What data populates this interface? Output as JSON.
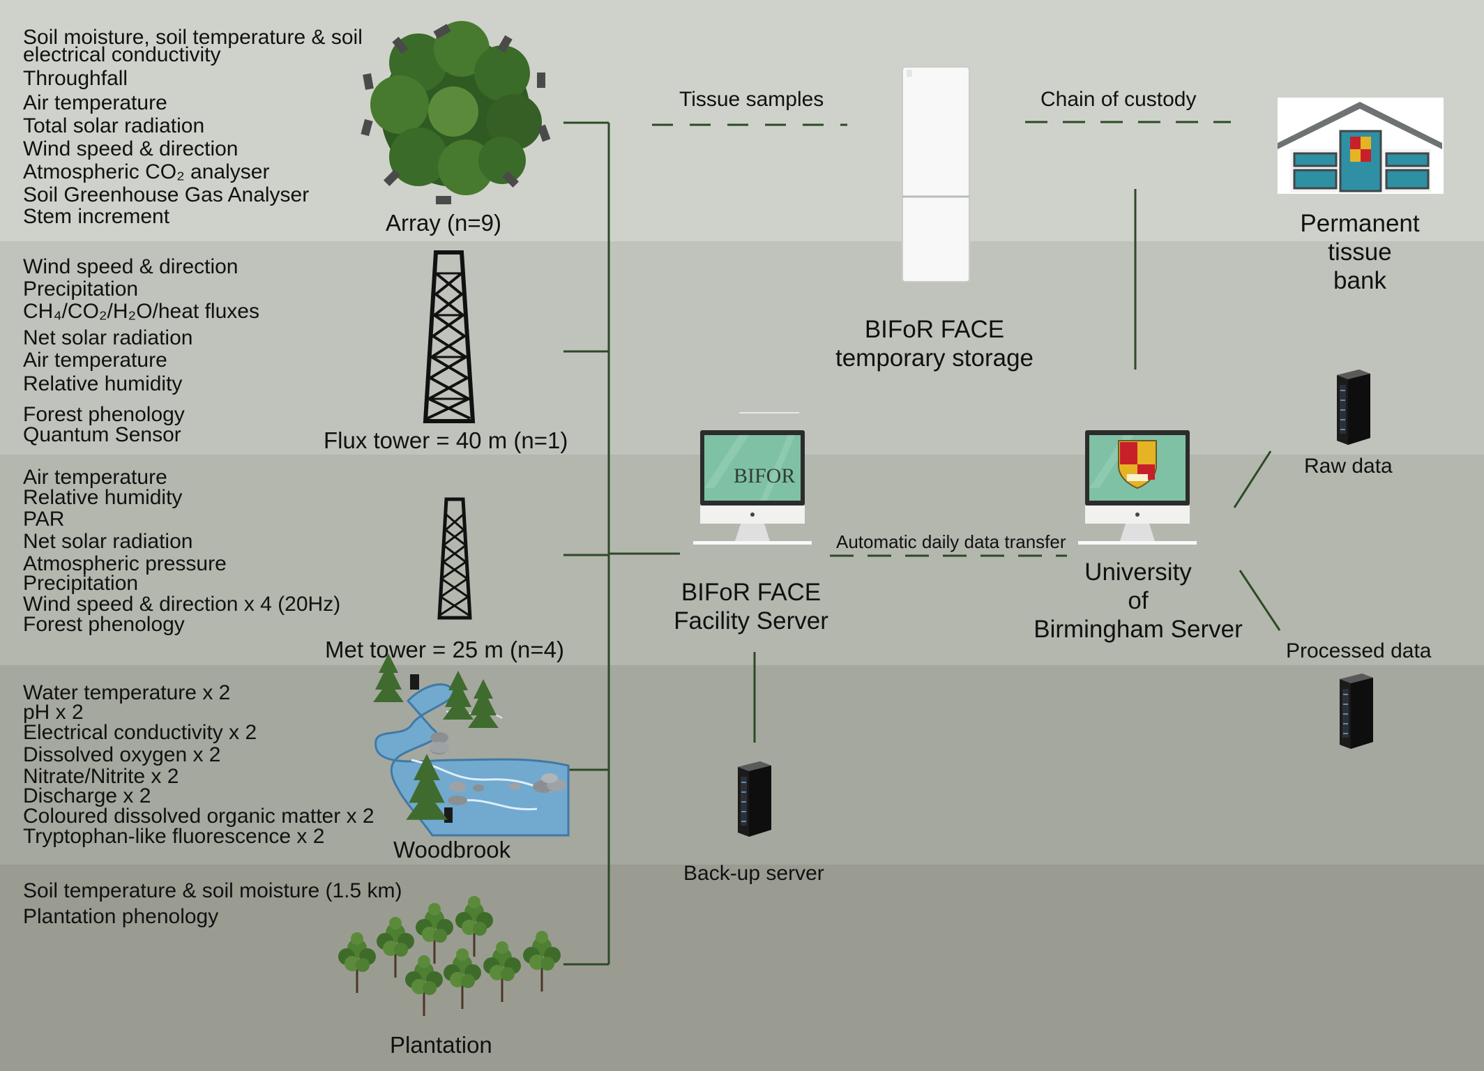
{
  "sections": {
    "array": {
      "items": [
        "Soil moisture, soil temperature & soil",
        "electrical conductivity",
        "Throughfall",
        "Air temperature",
        "Total solar radiation",
        "Wind speed & direction",
        "Atmospheric CO₂ analyser",
        "Soil Greenhouse Gas Analyser",
        "Stem increment"
      ],
      "label": "Array (n=9)"
    },
    "flux": {
      "items": [
        "Wind speed & direction",
        "Precipitation",
        "CH₄/CO₂/H₂O/heat fluxes",
        "Net solar radiation",
        "Air temperature",
        "Relative humidity",
        "Forest phenology",
        "Quantum Sensor"
      ],
      "label": "Flux tower = 40 m (n=1)"
    },
    "met": {
      "items": [
        "Air temperature",
        "Relative humidity",
        "PAR",
        "Net solar radiation",
        "Atmospheric pressure",
        "Precipitation",
        "Wind speed & direction x 4 (20Hz)",
        "Forest phenology"
      ],
      "label": "Met tower = 25 m (n=4)"
    },
    "woodbrook": {
      "items": [
        "Water temperature x 2",
        "pH x 2",
        "Electrical conductivity x 2",
        "Dissolved oxygen x 2",
        "Nitrate/Nitrite x 2",
        "Discharge x 2",
        "Coloured dissolved organic matter x 2",
        "Tryptophan-like fluorescence x 2"
      ],
      "label": "Woodbrook"
    },
    "plantation": {
      "items": [
        "Soil temperature & soil moisture (1.5 km)",
        "Plantation phenology"
      ],
      "label": "Plantation"
    }
  },
  "flow": {
    "tissue_samples": "Tissue samples",
    "chain_of_custody": "Chain of custody",
    "tissue_bank": "Permanent\ntissue\nbank",
    "temp_storage": "BIFoR FACE\ntemporary storage",
    "facility_server": "BIFoR FACE\nFacility Server",
    "screen_logo": "BIFOR",
    "transfer": "Automatic daily data transfer",
    "uob_server": "University\nof\nBirmingham Server",
    "raw_data": "Raw data",
    "processed_data": "Processed data",
    "backup_server": "Back-up server"
  }
}
